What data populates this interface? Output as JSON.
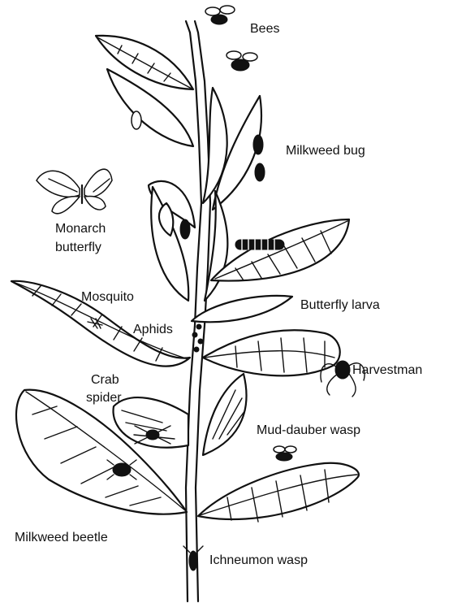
{
  "diagram": {
    "labels": {
      "bees": "Bees",
      "milkweed_bug": "Milkweed bug",
      "monarch_line1": "Monarch",
      "monarch_line2": "butterfly",
      "mosquito": "Mosquito",
      "butterfly_larva": "Butterfly larva",
      "aphids": "Aphids",
      "harvestman": "Harvestman",
      "crab_line1": "Crab",
      "crab_line2": "spider",
      "mud_dauber_wasp": "Mud-dauber wasp",
      "milkweed_beetle": "Milkweed beetle",
      "ichneumon_wasp": "Ichneumon wasp"
    },
    "icons": [
      "bee-icon",
      "milkweed-bug-icon",
      "monarch-butterfly-icon",
      "mosquito-icon",
      "caterpillar-icon",
      "aphid-icon",
      "harvestman-icon",
      "crab-spider-icon",
      "mud-dauber-wasp-icon",
      "milkweed-beetle-icon",
      "ichneumon-wasp-icon"
    ],
    "colors": {
      "ink": "#111111",
      "paper": "#ffffff"
    }
  }
}
